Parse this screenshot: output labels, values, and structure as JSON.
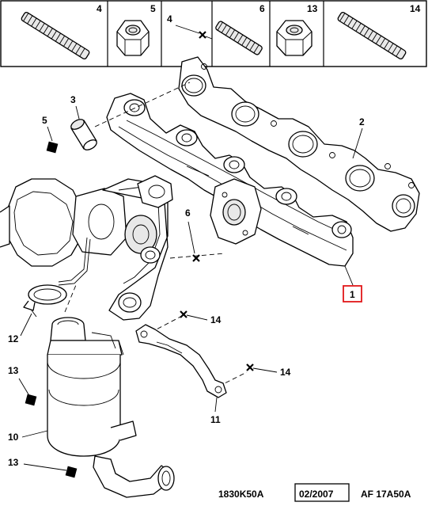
{
  "header_parts": [
    {
      "number": "4",
      "icon": "long-stud-icon"
    },
    {
      "number": "5",
      "icon": "hex-nut-icon"
    },
    {
      "number": "6",
      "icon": "short-stud-icon"
    },
    {
      "number": "13",
      "icon": "hex-nut-icon"
    },
    {
      "number": "14",
      "icon": "long-stud-icon"
    }
  ],
  "callouts": {
    "c1": "1",
    "c2": "2",
    "c3": "3",
    "c4": "4",
    "c5": "5",
    "c6": "6",
    "c10": "10",
    "c11": "11",
    "c12": "12",
    "c13a": "13",
    "c13b": "13",
    "c14a": "14",
    "c14b": "14"
  },
  "highlight": {
    "callout": "1",
    "color": "#e2171a"
  },
  "footer": {
    "ref": "1830K50A",
    "date": "02/2007",
    "code": "AF 17A50A"
  }
}
